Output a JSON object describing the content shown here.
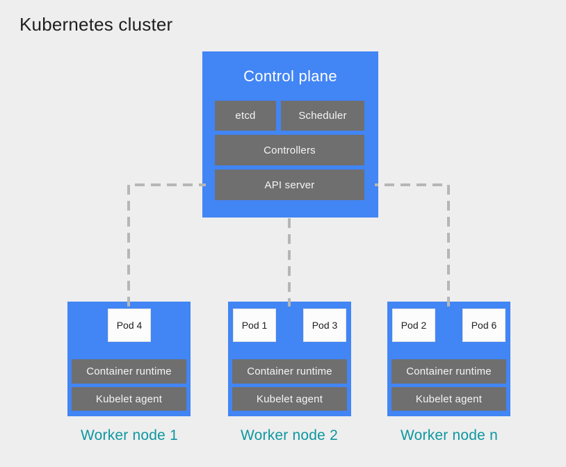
{
  "title": "Kubernetes cluster",
  "colors": {
    "background": "#eeeeee",
    "node-blue": "#4285f4",
    "component-gray": "#6f6f6f",
    "component-text": "#f5f5f5",
    "pod-white": "#fcfcfc",
    "pod-text": "#212121",
    "label-teal": "#0d97a0",
    "connector-gray": "#b6b6b6",
    "title-dark": "#1f1f1f",
    "control-plane-text": "#ffffff"
  },
  "control_plane": {
    "label": "Control plane",
    "components": {
      "etcd": "etcd",
      "scheduler": "Scheduler",
      "controllers": "Controllers",
      "api_server": "API server"
    }
  },
  "worker_nodes": [
    {
      "label": "Worker node 1",
      "pods": [
        "Pod 4"
      ],
      "container_runtime": "Container runtime",
      "kubelet": "Kubelet agent"
    },
    {
      "label": "Worker node 2",
      "pods": [
        "Pod 1",
        "Pod 3"
      ],
      "container_runtime": "Container runtime",
      "kubelet": "Kubelet agent"
    },
    {
      "label": "Worker node n",
      "pods": [
        "Pod 2",
        "Pod 6"
      ],
      "container_runtime": "Container runtime",
      "kubelet": "Kubelet agent"
    }
  ]
}
